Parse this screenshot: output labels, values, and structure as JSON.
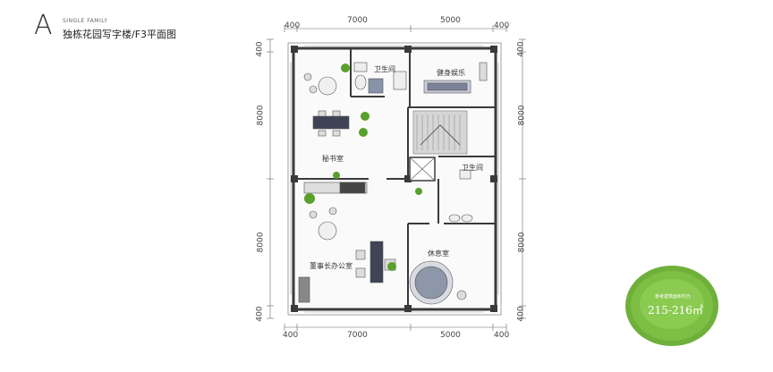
{
  "header": {
    "letter": "A",
    "subtitle": "SINGLE FAMILY",
    "title": "独栋花园写字楼/F3平面图"
  },
  "dimensions": {
    "top": [
      "400",
      "7000",
      "5000",
      "400"
    ],
    "bottom": [
      "400",
      "7000",
      "5000",
      "400"
    ],
    "left": [
      "400",
      "8000",
      "8000",
      "400"
    ],
    "right": [
      "400",
      "8000",
      "8000",
      "400"
    ]
  },
  "rooms": {
    "wc1": "卫生间",
    "gym": "健身娱乐",
    "secretary": "秘书室",
    "wc2": "卫生间",
    "chairman": "董事长办公室",
    "lounge": "休息室"
  },
  "badge": {
    "small": "参考建筑面积约为",
    "area": "215-216㎡"
  },
  "colors": {
    "wall": "#3a3a3a",
    "grass": "#6fb03a",
    "plant": "#5aa02c",
    "stair": "#d6d6d6"
  }
}
